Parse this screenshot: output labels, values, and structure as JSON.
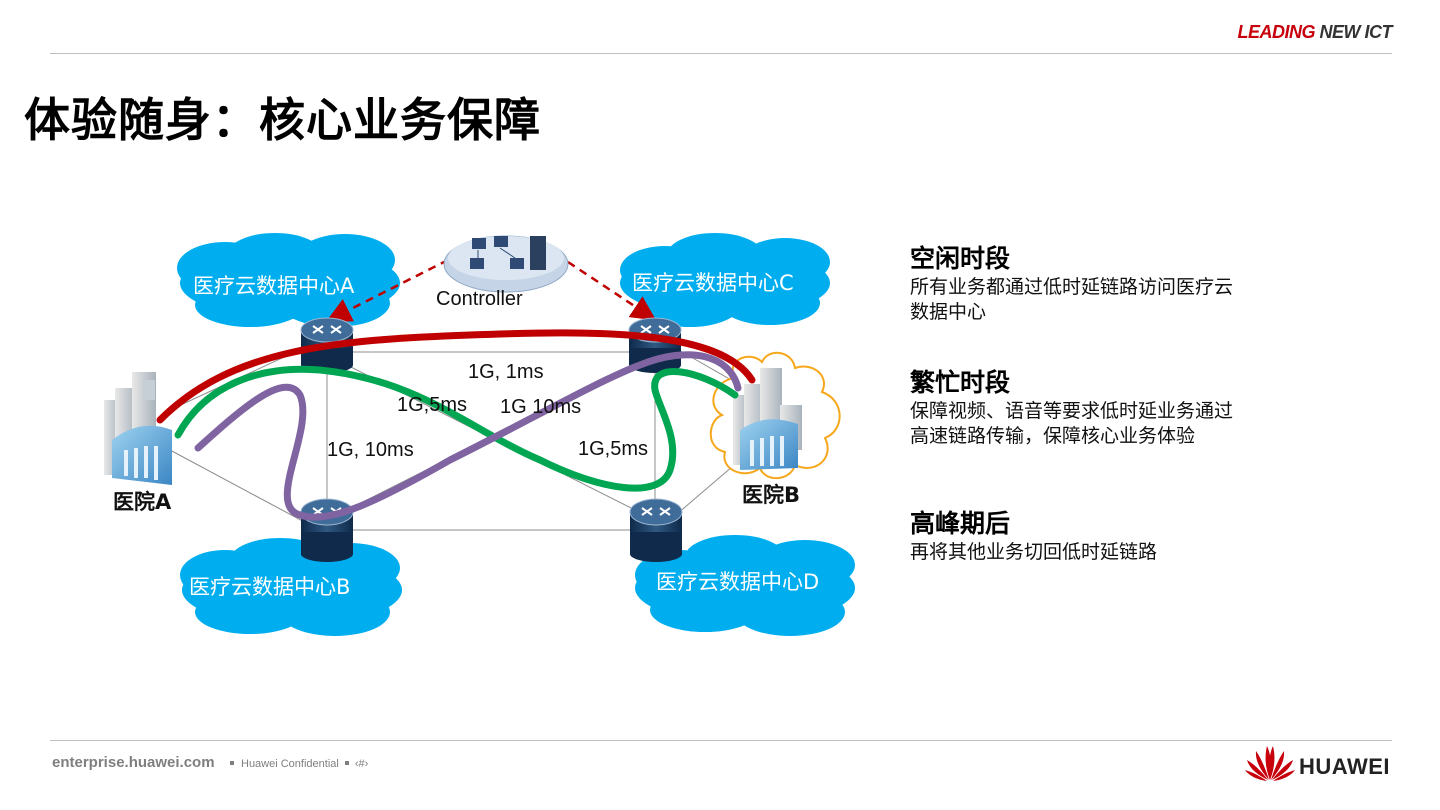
{
  "header": {
    "brand_leading": "LEADING",
    "brand_rest": "NEW ICT",
    "title": "体验随身：核心业务保障"
  },
  "diagram": {
    "clouds": {
      "dc_a": "医疗云数据中心A",
      "dc_b": "医疗云数据中心B",
      "dc_c": "医疗云数据中心C",
      "dc_d": "医疗云数据中心D"
    },
    "controller": "Controller",
    "hospitals": {
      "a": "医院A",
      "b": "医院B"
    },
    "link_labels": {
      "ac": "1G, 1ms",
      "ad": "1G,5ms",
      "cb": "1G 10ms",
      "ab": "1G, 10ms",
      "cd": "1G,5ms"
    },
    "colors": {
      "cloud": "#00aeef",
      "router": "#1f3a5c",
      "red_path": "#c00000",
      "green_path": "#00a651",
      "purple_path": "#8064a2",
      "controller_link": "#c00000",
      "hospital_b_ring": "#f7a71b"
    }
  },
  "panel": {
    "items": [
      {
        "heading": "空闲时段",
        "body": "所有业务都通过低时延链路访问医疗云数据中心"
      },
      {
        "heading": "繁忙时段",
        "body": "保障视频、语音等要求低时延业务通过高速链路传输，保障核心业务体验"
      },
      {
        "heading": "高峰期后",
        "body": "再将其他业务切回低时延链路"
      }
    ]
  },
  "footer": {
    "site": "enterprise.huawei.com",
    "confidential": "Huawei Confidential",
    "page": "‹#›",
    "logo_text": "HUAWEI"
  }
}
